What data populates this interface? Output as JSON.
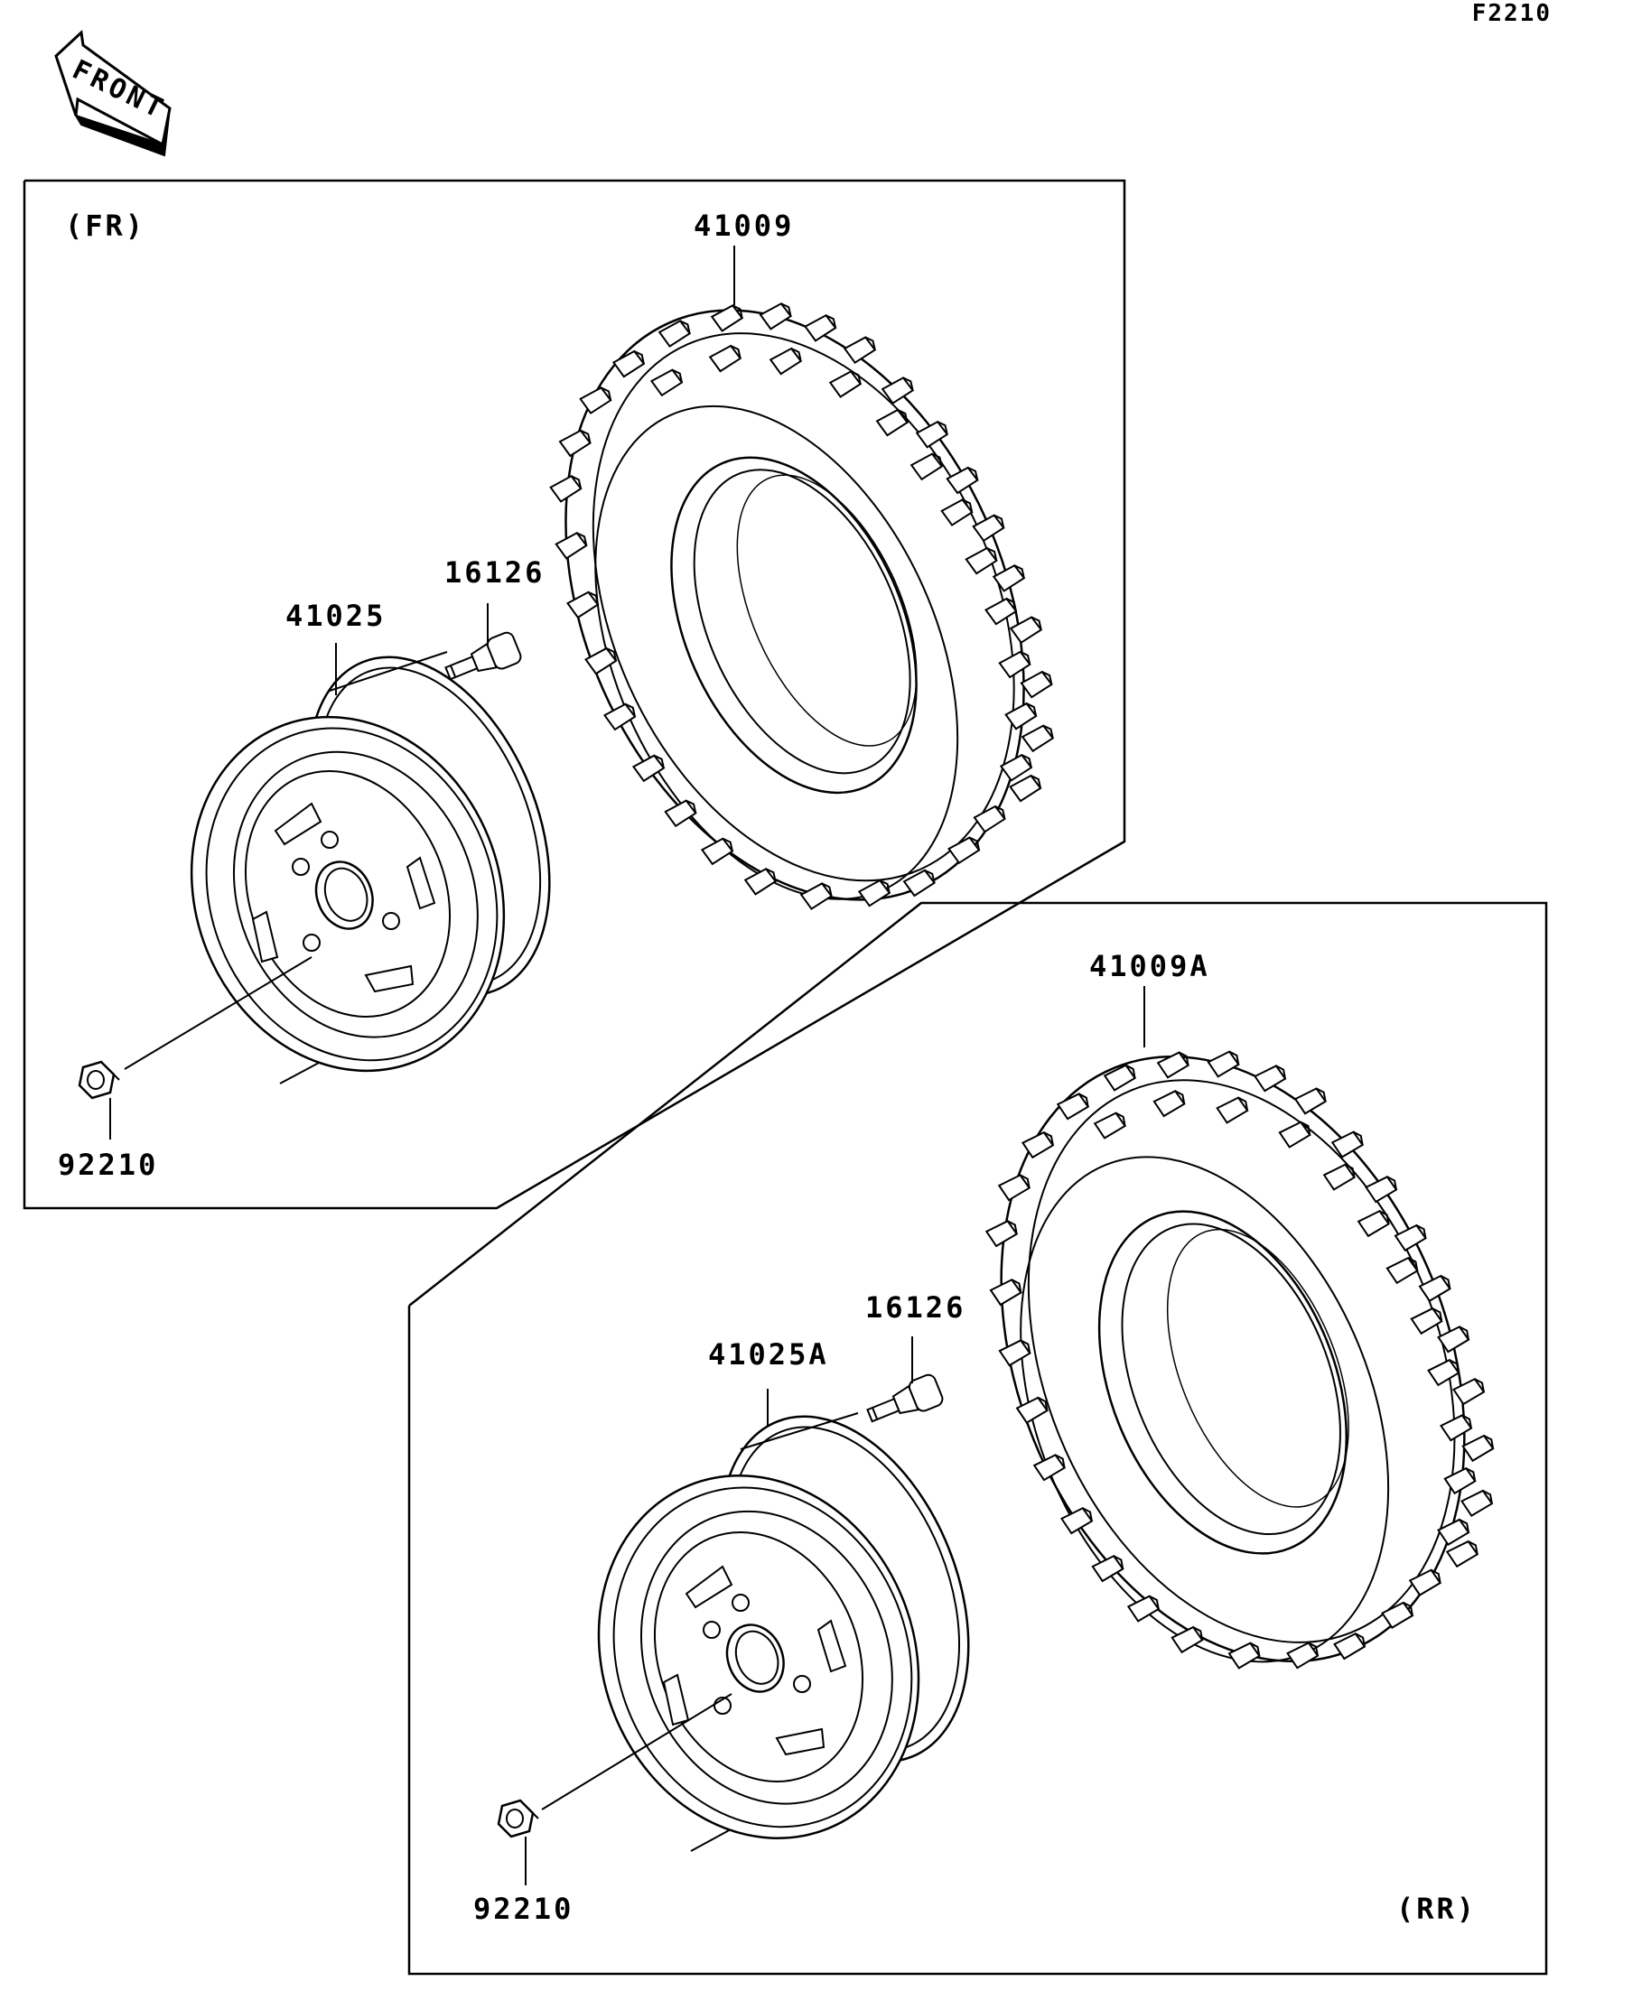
{
  "sheet_code": "F2210",
  "front_arrow_text": "FRONT",
  "front_group": {
    "label": "(FR)",
    "parts": {
      "tire": "41009",
      "valve": "16126",
      "wheel": "41025",
      "nut": "92210"
    }
  },
  "rear_group": {
    "label": "(RR)",
    "parts": {
      "tire": "41009A",
      "valve": "16126",
      "wheel": "41025A",
      "nut": "92210"
    }
  }
}
